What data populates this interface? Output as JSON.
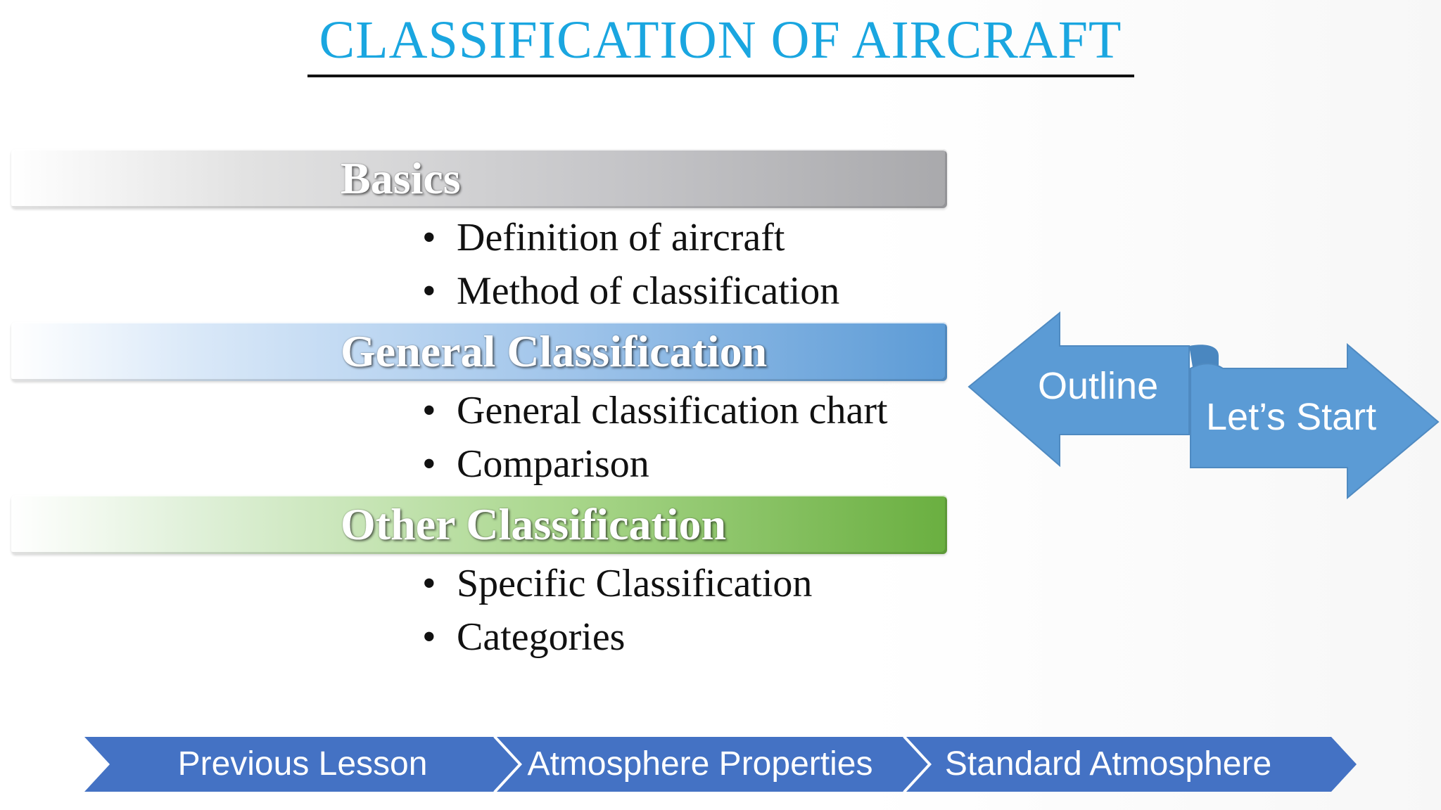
{
  "title": "CLASSIFICATION OF AIRCRAFT",
  "bullet_glyph": "•",
  "sections": [
    {
      "heading": "Basics",
      "color": "#a9a9ac",
      "items": [
        "Definition of aircraft",
        "Method of classification"
      ]
    },
    {
      "heading": "General Classification",
      "color": "#5c9bd6",
      "items": [
        "General classification chart",
        "Comparison"
      ]
    },
    {
      "heading": "Other Classification",
      "color": "#6aaf40",
      "items": [
        "Specific Classification",
        "Categories"
      ]
    }
  ],
  "arrows": {
    "outline_label": "Outline",
    "start_label": "Let’s Start",
    "color": "#5b9bd5"
  },
  "nav": {
    "color": "#4472c4",
    "items": [
      "Previous Lesson",
      "Atmosphere Properties",
      "Standard Atmosphere"
    ]
  }
}
